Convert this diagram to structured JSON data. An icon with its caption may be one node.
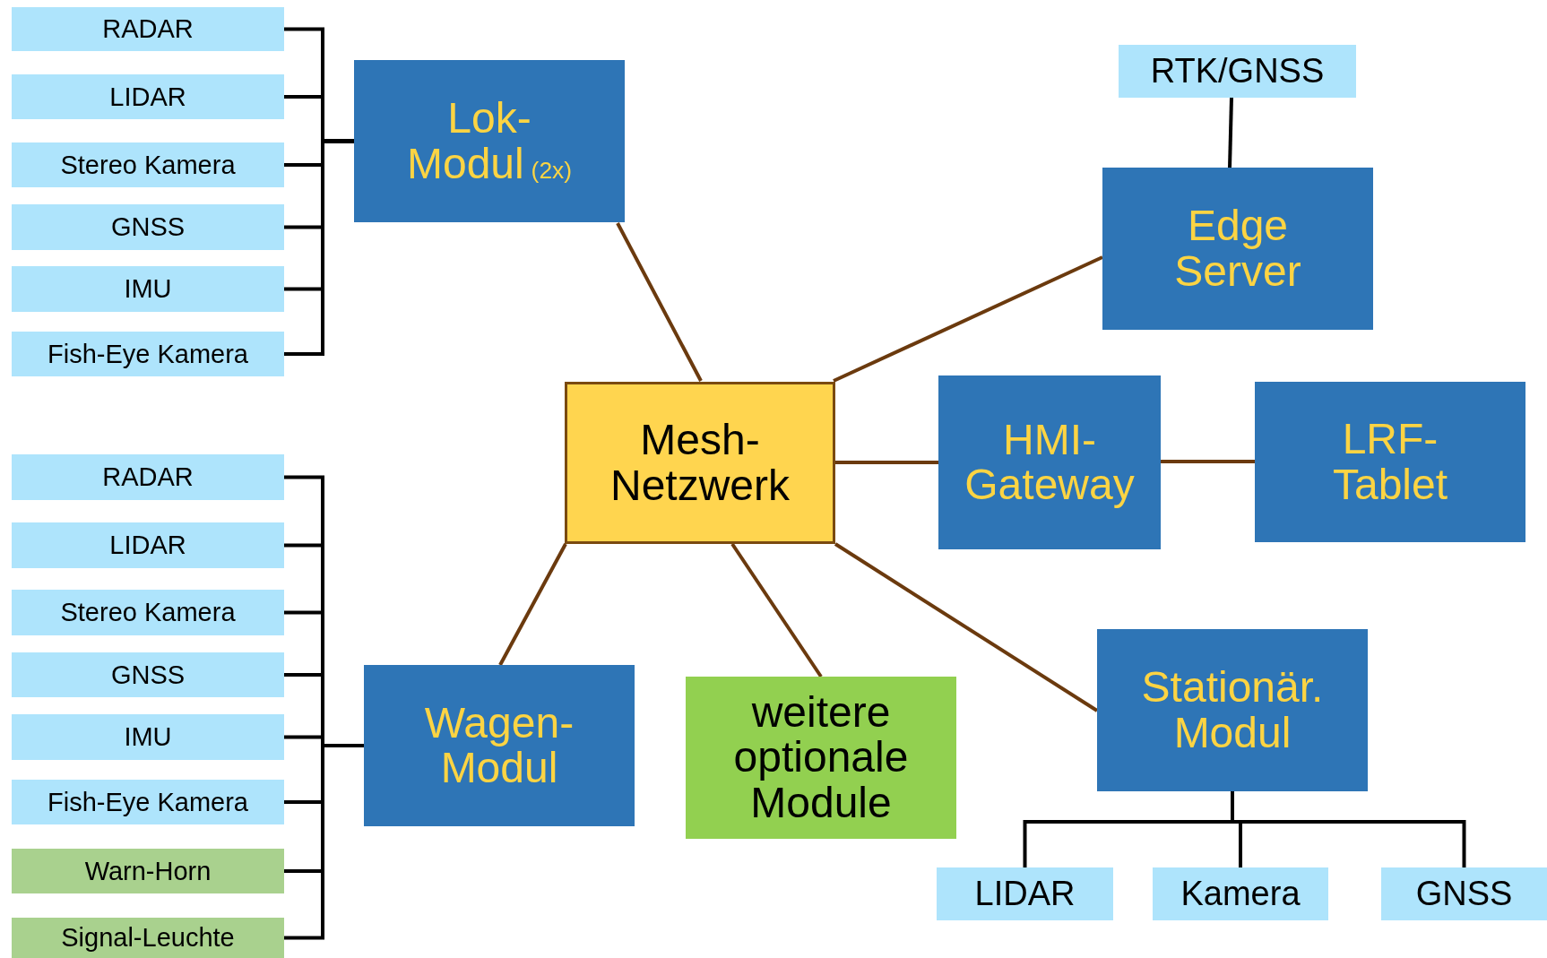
{
  "diagram": {
    "nodes": [
      {
        "text": [
          "RADAR"
        ]
      },
      {
        "text": [
          "LIDAR"
        ]
      },
      {
        "text": [
          "Stereo Kamera"
        ]
      },
      {
        "text": [
          "GNSS"
        ]
      },
      {
        "text": [
          "IMU"
        ]
      },
      {
        "text": [
          "Fish-Eye Kamera"
        ]
      },
      {
        "text": [
          "Lok- Modul",
          "(2x)"
        ]
      },
      {
        "text": [
          "RTK/GNSS"
        ]
      },
      {
        "text": [
          "Edge Server"
        ]
      },
      {
        "text": [
          "Mesh- Netzwerk"
        ]
      },
      {
        "text": [
          "HMI- Gateway"
        ]
      },
      {
        "text": [
          "LRF- Tablet"
        ]
      },
      {
        "text": [
          "RADAR"
        ]
      },
      {
        "text": [
          "LIDAR"
        ]
      },
      {
        "text": [
          "Stereo Kamera"
        ]
      },
      {
        "text": [
          "GNSS"
        ]
      },
      {
        "text": [
          "IMU"
        ]
      },
      {
        "text": [
          "Fish-Eye Kamera"
        ]
      },
      {
        "text": [
          "Warn-Horn"
        ]
      },
      {
        "text": [
          "Signal-Leuchte"
        ]
      },
      {
        "text": [
          "Wagen- Modul"
        ]
      },
      {
        "text": [
          "weitere optionale Module"
        ]
      },
      {
        "text": [
          "Stationär. Modul"
        ]
      },
      {
        "text": [
          "LIDAR"
        ]
      },
      {
        "text": [
          "Kamera"
        ]
      },
      {
        "text": [
          "GNSS"
        ]
      }
    ],
    "edges": [
      {
        "from": 0,
        "to": 6,
        "arrow": "none"
      },
      {
        "from": 1,
        "to": 6,
        "arrow": "none"
      },
      {
        "from": 2,
        "to": 6,
        "arrow": "none"
      },
      {
        "from": 3,
        "to": 6,
        "arrow": "none"
      },
      {
        "from": 4,
        "to": 6,
        "arrow": "none"
      },
      {
        "from": 5,
        "to": 6,
        "arrow": "none"
      },
      {
        "from": 9,
        "to": 6,
        "arrow": "none",
        "color": "#6b3a0e"
      },
      {
        "from": 9,
        "to": 8,
        "arrow": "none",
        "color": "#6b3a0e"
      },
      {
        "from": 7,
        "to": 8,
        "arrow": "none"
      },
      {
        "from": 9,
        "to": 10,
        "arrow": "none",
        "color": "#6b3a0e"
      },
      {
        "from": 10,
        "to": 11,
        "arrow": "none",
        "color": "#6b3a0e"
      },
      {
        "from": 9,
        "to": 22,
        "arrow": "none",
        "color": "#6b3a0e"
      },
      {
        "from": 9,
        "to": 20,
        "arrow": "none",
        "color": "#6b3a0e"
      },
      {
        "from": 9,
        "to": 21,
        "arrow": "none",
        "color": "#6b3a0e"
      },
      {
        "from": 12,
        "to": 20,
        "arrow": "none"
      },
      {
        "from": 13,
        "to": 20,
        "arrow": "none"
      },
      {
        "from": 14,
        "to": 20,
        "arrow": "none"
      },
      {
        "from": 15,
        "to": 20,
        "arrow": "none"
      },
      {
        "from": 16,
        "to": 20,
        "arrow": "none"
      },
      {
        "from": 17,
        "to": 20,
        "arrow": "none"
      },
      {
        "from": 18,
        "to": 20,
        "arrow": "none"
      },
      {
        "from": 19,
        "to": 20,
        "arrow": "none"
      },
      {
        "from": 22,
        "to": 23,
        "arrow": "none"
      },
      {
        "from": 22,
        "to": 24,
        "arrow": "none"
      },
      {
        "from": 22,
        "to": 25,
        "arrow": "none"
      }
    ]
  }
}
